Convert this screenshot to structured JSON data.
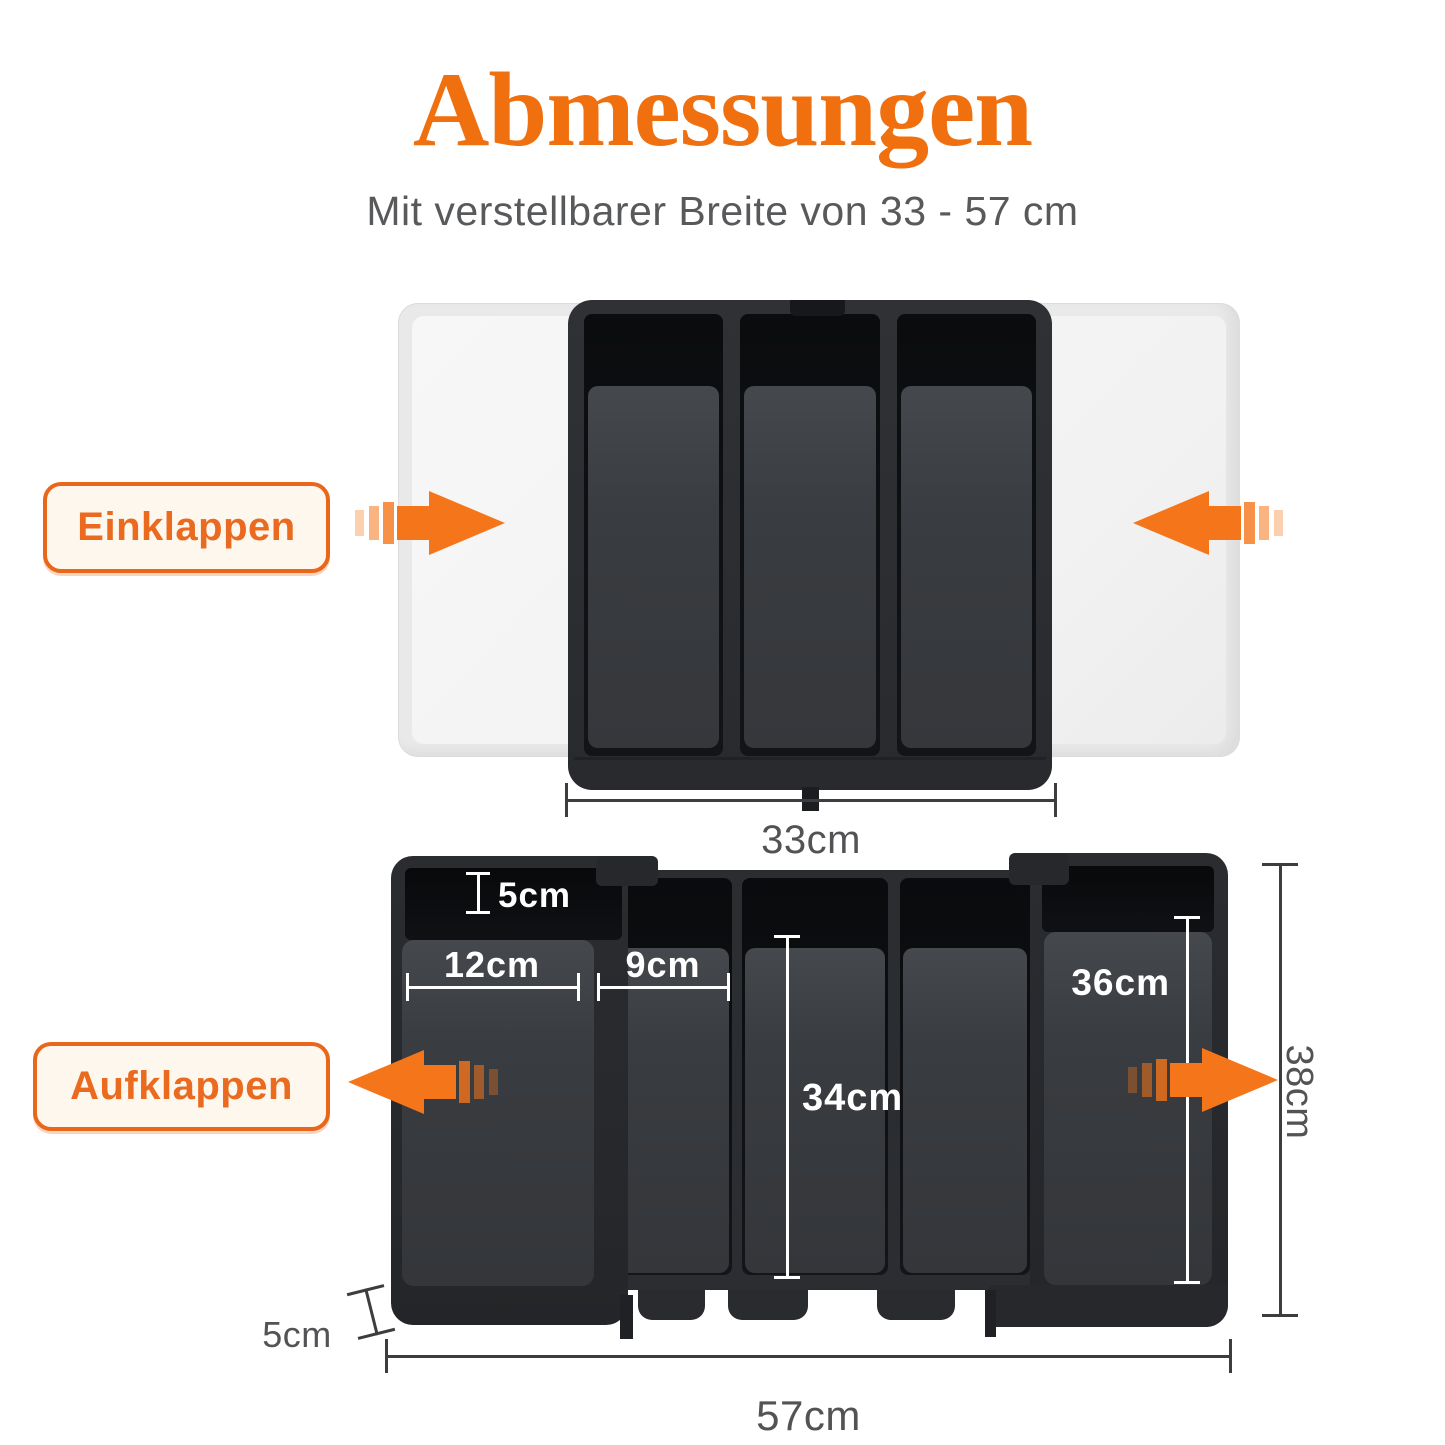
{
  "title": "Abmessungen",
  "subtitle": "Mit verstellbarer Breite von 33 - 57 cm",
  "collapsed": {
    "label": "Einklappen",
    "total_width": "33cm"
  },
  "expanded": {
    "label": "Aufklappen",
    "top_depth": "5cm",
    "left_compartment_width": "12cm",
    "second_compartment_width": "9cm",
    "middle_compartment_length": "34cm",
    "right_compartment_length": "36cm",
    "side_height": "5cm",
    "total_width": "57cm",
    "total_depth": "38cm"
  },
  "colors": {
    "accent_orange": "#F0700F",
    "arrow_orange": "#F5761A",
    "label_border": "#E8671B",
    "label_background": "#FDF7EE",
    "subtitle_gray": "#58595B",
    "dimension_gray": "#525355",
    "tray_dark": "#2B2D31",
    "tray_floor": "#393C40",
    "ghost_tray": "#E9E9E9"
  }
}
